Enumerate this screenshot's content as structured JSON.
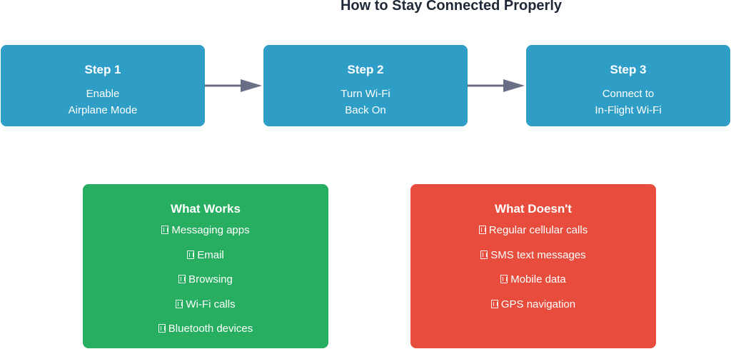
{
  "title": "How to Stay Connected Properly",
  "steps": [
    {
      "title": "Step 1",
      "line1": "Enable",
      "line2": "Airplane Mode"
    },
    {
      "title": "Step 2",
      "line1": "Turn Wi-Fi",
      "line2": "Back On"
    },
    {
      "title": "Step 3",
      "line1": "Connect to",
      "line2": "In-Flight Wi-Fi"
    }
  ],
  "works": {
    "title": "What Works",
    "items": [
      "Messaging apps",
      "Email",
      "Browsing",
      "Wi-Fi calls",
      "Bluetooth devices"
    ]
  },
  "doesnt": {
    "title": "What Doesn't",
    "items": [
      "Regular cellular calls",
      "SMS text messages",
      "Mobile data",
      "GPS navigation"
    ]
  },
  "colors": {
    "step": "#2e9ec6",
    "works": "#27ae60",
    "doesnt": "#e74c3c",
    "arrow": "#6b6f85"
  },
  "icons": {
    "list_marker": "missing-glyph-box-icon",
    "connector": "arrow-right-icon"
  }
}
